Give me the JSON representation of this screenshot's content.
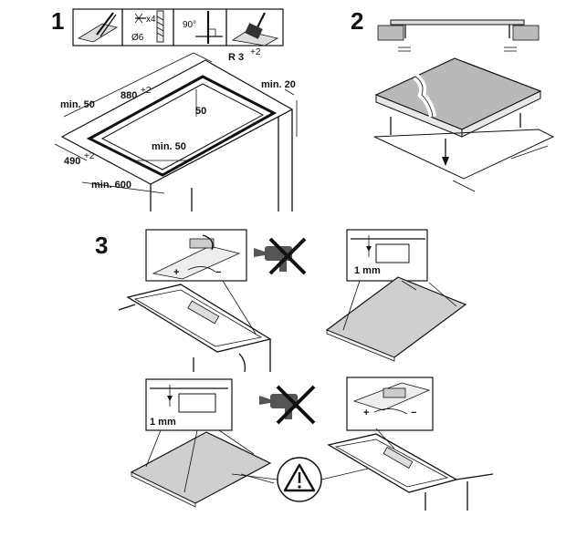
{
  "steps": {
    "s1": "1",
    "s2": "2",
    "s3": "3"
  },
  "step1": {
    "tool_count": "x4",
    "drill_size": "Ø6",
    "angle": "90°",
    "radius_label": "R 3",
    "radius_tol": "+2",
    "width_label": "880",
    "width_tol": "+2",
    "depth_label": "490",
    "depth_tol": "+2",
    "min50_left": "min. 50",
    "min50_front": "min. 50",
    "min20": "min. 20",
    "min600": "min. 600",
    "dim50": "50"
  },
  "step3": {
    "gap_top": "1 mm",
    "gap_bottom": "1 mm",
    "plus_top": "+",
    "minus_top": "−",
    "plus_bottom": "+",
    "minus_bottom": "−"
  },
  "icons": {
    "warning": "warning-triangle-icon",
    "no_glue_top": "no-silicone-gun-icon",
    "no_glue_bottom": "no-silicone-gun-icon"
  }
}
